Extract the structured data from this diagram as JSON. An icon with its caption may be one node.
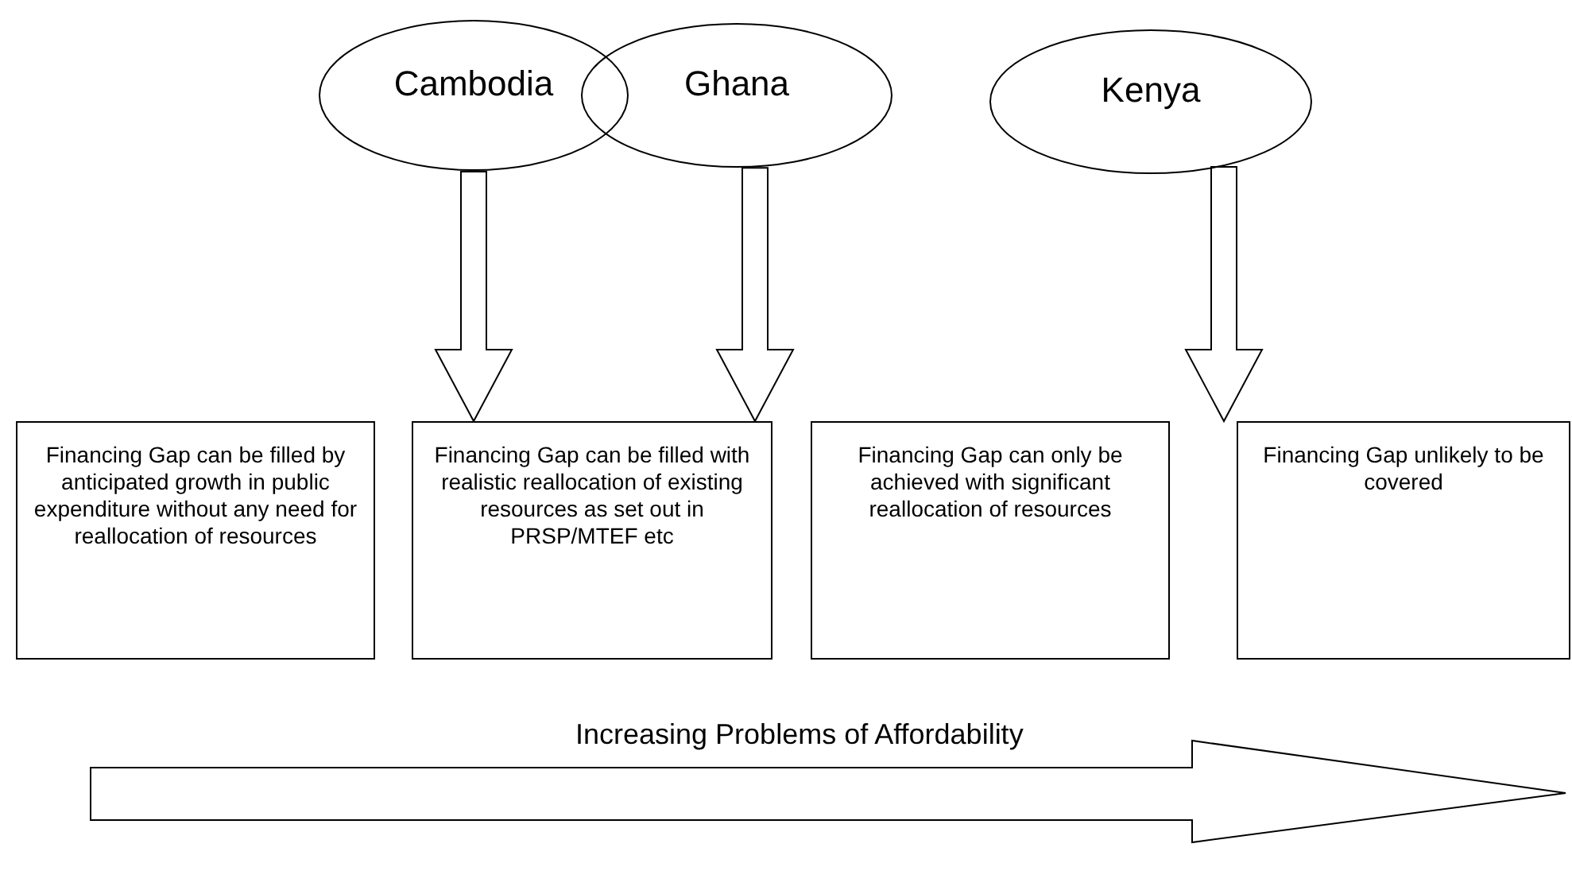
{
  "diagram": {
    "nodes": [
      {
        "text": [
          "Cambodia"
        ]
      },
      {
        "text": [
          "Ghana"
        ]
      },
      {
        "text": [
          "Kenya"
        ]
      },
      {
        "text": [
          "Financing Gap can be filled by anticipated growth in public expenditure without any need for reallocation of resources"
        ]
      },
      {
        "text": [
          "Financing Gap can be filled with realistic reallocation of existing resources as set out in PRSP/MTEF etc"
        ]
      },
      {
        "text": [
          "Financing Gap can only be achieved with significant reallocation of resources"
        ]
      },
      {
        "text": [
          "Financing Gap unlikely to be covered"
        ]
      }
    ],
    "edges": [
      {
        "from": 0,
        "to": 4,
        "arrow": "to"
      },
      {
        "from": 1,
        "to": 4,
        "arrow": "to"
      },
      {
        "from": 2,
        "to": 6,
        "arrow": "to"
      }
    ],
    "labels": [
      "Increasing Problems of Affordability"
    ]
  }
}
